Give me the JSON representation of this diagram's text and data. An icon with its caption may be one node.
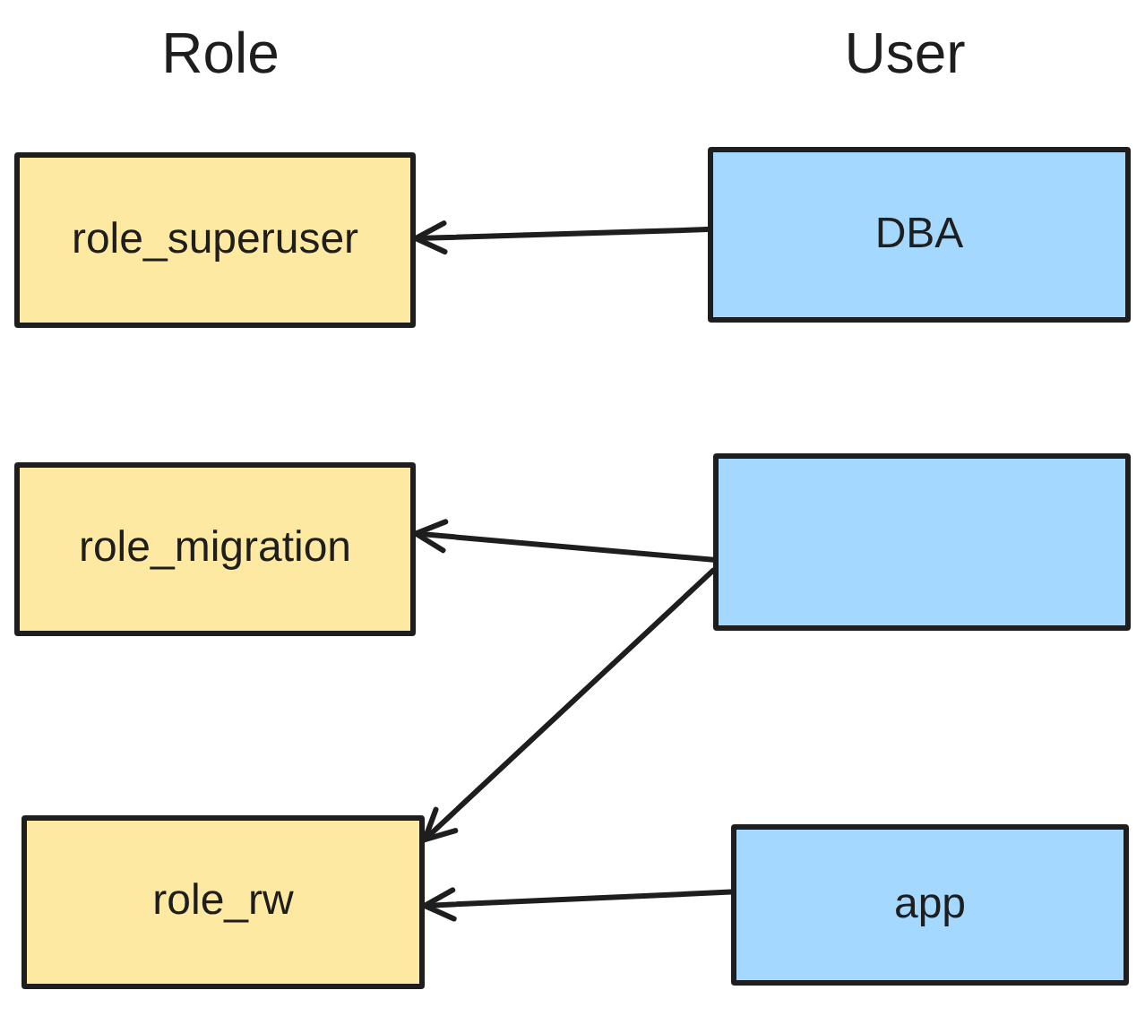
{
  "diagram": {
    "nodes": [
      {
        "text": [
          "role_superuser"
        ]
      },
      {
        "text": [
          "DBA"
        ]
      },
      {
        "text": [
          "role_migration"
        ]
      },
      {
        "text": [],
        "shape": "box"
      },
      {
        "text": [
          "role_rw"
        ]
      },
      {
        "text": [
          "app"
        ]
      }
    ],
    "edges": [
      {
        "from": 1,
        "to": 0,
        "arrow": "to"
      },
      {
        "from": 3,
        "to": 2,
        "arrow": "to"
      },
      {
        "from": 3,
        "to": 4,
        "arrow": "to"
      },
      {
        "from": 5,
        "to": 4,
        "arrow": "to"
      }
    ],
    "labels": [
      "Role",
      "User"
    ]
  }
}
